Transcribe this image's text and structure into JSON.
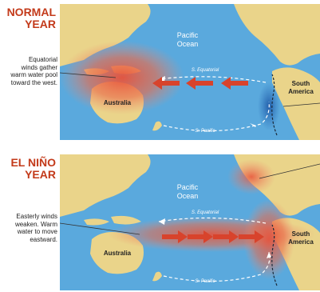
{
  "panels": [
    {
      "title_lines": [
        "NORMAL",
        "YEAR"
      ],
      "note_lines": [
        "Equatorial",
        "winds gather",
        "warm water pool",
        "toward the west."
      ],
      "ocean_label_lines": [
        "Pacific",
        "Ocean"
      ],
      "australia_label": "Australia",
      "south_america_label_lines": [
        "South",
        "America"
      ],
      "current_top_label": "S. Equatorial",
      "current_bottom_label": "S. Pacific"
    },
    {
      "title_lines": [
        "EL NIÑO",
        "YEAR"
      ],
      "note_lines": [
        "Easterly winds",
        "weaken. Warm",
        "water to move",
        "eastward."
      ],
      "ocean_label_lines": [
        "Pacific",
        "Ocean"
      ],
      "australia_label": "Australia",
      "south_america_label_lines": [
        "South",
        "America"
      ],
      "current_top_label": "S. Equatorial",
      "current_bottom_label": "S. Pacific"
    }
  ],
  "colors": {
    "title": "#c33a1a",
    "ocean": "#5aa9dd",
    "land": "#ead48a",
    "warm_water": "#e8523a",
    "arrow": "#d8432c",
    "cold_upwelling": "#2d6fb8",
    "map_label": "#ffffff"
  },
  "icons": [
    "wind-arrow-icon",
    "ocean-current-arrow-icon",
    "leader-line"
  ]
}
